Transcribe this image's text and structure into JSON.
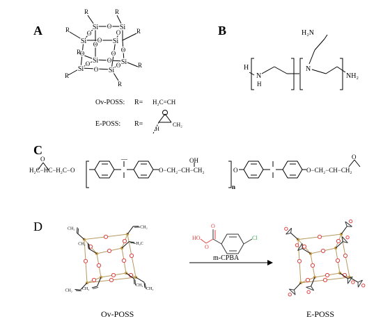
{
  "panels": {
    "a": {
      "label": "A",
      "atoms": {
        "si": "Si",
        "o": "O",
        "r": "R"
      },
      "legend": [
        {
          "name": "Ov-POSS:",
          "r_label": "R=",
          "group_text": "H₂C=CH"
        },
        {
          "name": "E-POSS:",
          "r_label": "R=",
          "group_text": "H",
          "group_text_2": "CH₂"
        }
      ]
    },
    "b": {
      "label": "B",
      "atoms": {
        "h": "H",
        "n": "N",
        "h_sub": "H",
        "nh2": "NH₂",
        "nh2_top": "H₂N"
      }
    },
    "c": {
      "label": "C",
      "left_end": "H₂C−HC−H₂C−O",
      "o_epoxide": "O",
      "middle_chain": "O−CH₂−CH−CH₂",
      "oh": "OH",
      "repeat_n": "n",
      "o_link": "O",
      "right_end": "O−CH₂−CH−CH₂",
      "o_epoxide_right": "O"
    },
    "d": {
      "label": "D",
      "reagent_atoms": {
        "o1": "O",
        "o2": "O",
        "ho": "HO",
        "cl": "Cl"
      },
      "reagent_name": "m-CPBA",
      "left_caption": "Ov-POSS",
      "right_caption": "E-POSS",
      "vinyl_labels": [
        "CH₂",
        "CH₂",
        "CH₂",
        "CH₂",
        "CH₂",
        "H₂C",
        "CH₂"
      ]
    }
  },
  "colors": {
    "si_atom": "#c8a050",
    "o_atom": "#e04040",
    "bond": "#111111",
    "cage_bond": "#b89860",
    "ring": "#333333",
    "cl_atom": "#2fa84f"
  }
}
